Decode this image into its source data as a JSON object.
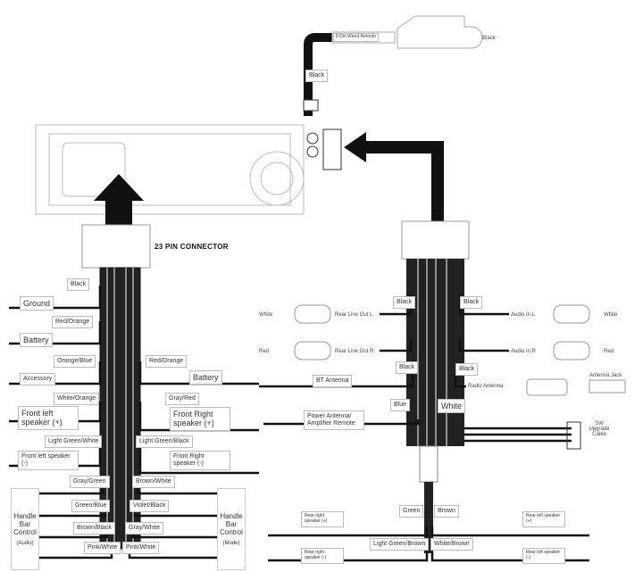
{
  "connector_title": "23 PIN CONNECTOR",
  "remote": {
    "cable_label": "8 Din Wired Remote",
    "plug_color": "Black",
    "wire_color": "Black"
  },
  "left_harness": {
    "left": [
      {
        "wire": "Black",
        "function": "Ground"
      },
      {
        "wire": "Red/Orange",
        "function": "Battery"
      },
      {
        "wire": "Orange/Blue",
        "function": "Accessory"
      },
      {
        "wire": "White/Orange",
        "function": "Front left speaker (+)"
      },
      {
        "wire": "Light Green/White",
        "function": "Front left speaker (-)"
      }
    ],
    "right": [
      {
        "wire": "Red/Orange",
        "function": "Battery"
      },
      {
        "wire": "Gray/Red",
        "function": "Front Right speaker (+)"
      },
      {
        "wire": "Light Green/Black",
        "function": "Front Right speaker (-)"
      }
    ],
    "handle_left": {
      "label": "Handle Bar Control",
      "sub": "(Audio)",
      "wires": [
        "Gray/Green",
        "Green/Blue",
        "Brown/Black",
        "Pink/White"
      ]
    },
    "handle_right": {
      "label": "Handle Bar Control",
      "sub": "(Mode)",
      "wires": [
        "Brown/White",
        "Violet/Black",
        "Gray/White",
        "Pink/White"
      ]
    }
  },
  "right_harness": {
    "rca_left": [
      {
        "plug": "White",
        "wire": "Black",
        "function": "Rear Line Out L"
      },
      {
        "plug": "Red",
        "wire": "Black",
        "function": "Rear Line Out R"
      }
    ],
    "rca_right": [
      {
        "plug": "White",
        "wire": "Black",
        "function": "Audio In L"
      },
      {
        "plug": "Red",
        "wire": "Black",
        "function": "Audio In R"
      }
    ],
    "bt": {
      "wire": "Black",
      "function": "BT Antenna"
    },
    "radio": {
      "wire": "Black",
      "function": "Radio Antenna",
      "jack": "Antenna Jack"
    },
    "power_antenna": {
      "wire": "Blue",
      "function": "Power Antenna/ Amplifier Remote"
    },
    "upgrade": {
      "wire": "White",
      "function": "SW Upgrade Cable"
    },
    "rear": [
      {
        "wire": "Green",
        "function": "Rear right speaker (+)"
      },
      {
        "wire": "Brown",
        "function": "Rear left speaker (+)"
      },
      {
        "wire": "Light Green/Brown",
        "function": "Rear right speaker (-)"
      },
      {
        "wire": "White/Brown",
        "function": "Rear left speaker (-)"
      }
    ]
  }
}
